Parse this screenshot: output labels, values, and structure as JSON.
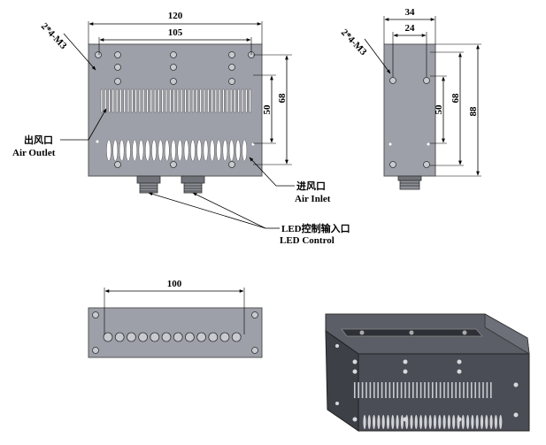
{
  "front_view": {
    "dims": {
      "overall_width": "120",
      "hole_spacing": "105",
      "hole_height": "68",
      "slot_height": "50"
    },
    "thread_callout": "2*4-M3"
  },
  "side_view": {
    "dims": {
      "overall_depth": "34",
      "hole_spacing": "24",
      "slot_height": "50",
      "hole_height": "68",
      "overall_height": "88"
    },
    "thread_callout": "2*4-M3"
  },
  "bottom_view": {
    "dims": {
      "span": "100"
    }
  },
  "labels": {
    "air_outlet_cn": "出风口",
    "air_outlet_en": "Air Outlet",
    "air_inlet_cn": "进风口",
    "air_inlet_en": "Air Inlet",
    "led_control_cn": "LED控制输入口",
    "led_control_en": "LED Control"
  }
}
